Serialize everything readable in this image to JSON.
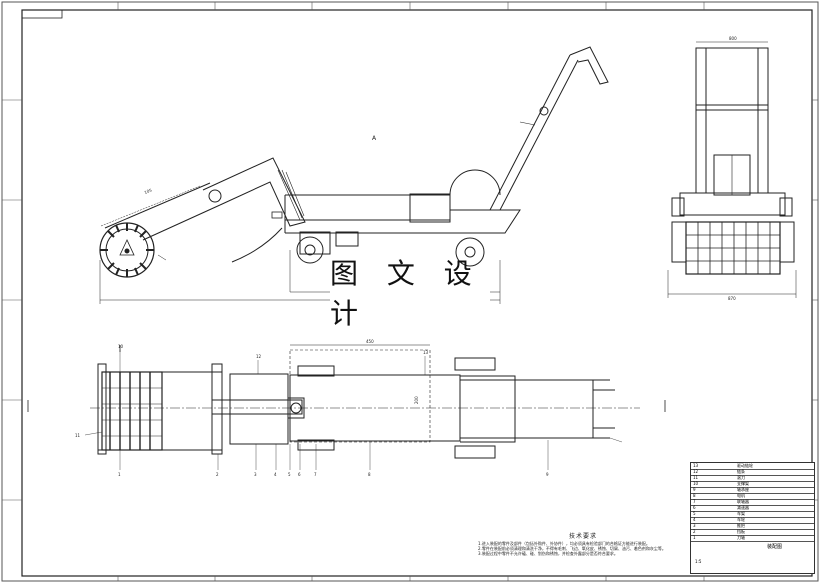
{
  "drawing": {
    "watermark_text": "图 文 设 计",
    "view_label_side": "A",
    "dim_front_span": "105",
    "dim_side_top": "800",
    "dim_side_bottom": "870",
    "dim_top_width": "450",
    "dim_top_height": "200",
    "scale_note": "1:5",
    "drawing_name": "装配图"
  },
  "tech_notes": {
    "title": "技术要求",
    "lines": [
      "1.进入装配的零件及部件（包括外购件、外协件），均必须具有检验部门的合格证方能进行装配。",
      "2.零件在装配前必须清理和清洗干净，不得有毛刺、飞边、氧化皮、锈蚀、切屑、油污、着色剂和灰尘等。",
      "3.装配过程中零件不允许磕、碰、划伤和锈蚀，并检查外露部分是否符合要求。"
    ]
  },
  "part_numbers": [
    "1",
    "2",
    "3",
    "4",
    "5",
    "6",
    "7",
    "8",
    "9",
    "10",
    "11",
    "12",
    "13"
  ],
  "bom": [
    {
      "no": "13",
      "name": "驱动链轮"
    },
    {
      "no": "12",
      "name": "链条"
    },
    {
      "no": "11",
      "name": "滚刀"
    },
    {
      "no": "10",
      "name": "支撑架"
    },
    {
      "no": "9",
      "name": "轴承座"
    },
    {
      "no": "8",
      "name": "电机"
    },
    {
      "no": "7",
      "name": "联轴器"
    },
    {
      "no": "6",
      "name": "减速器"
    },
    {
      "no": "5",
      "name": "车架"
    },
    {
      "no": "4",
      "name": "车轮"
    },
    {
      "no": "3",
      "name": "推把"
    },
    {
      "no": "2",
      "name": "挡板"
    },
    {
      "no": "1",
      "name": "刀轴"
    }
  ]
}
